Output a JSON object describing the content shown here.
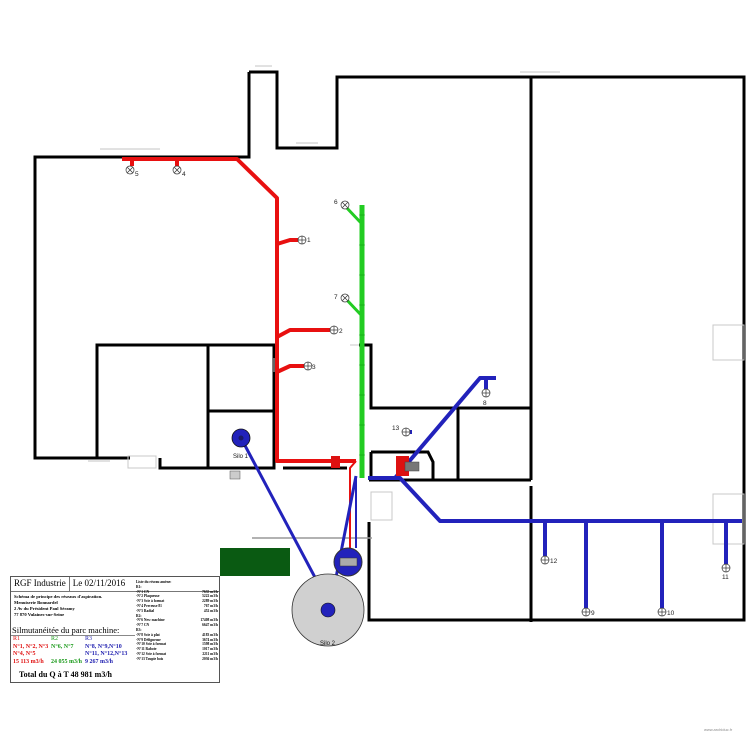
{
  "silo1_label": "Silo 1",
  "silo2_label": "Silo 2",
  "outlets": {
    "o1": "1",
    "o2": "2",
    "o3": "3",
    "o4": "4",
    "o5": "5",
    "o6": "6",
    "o7": "7",
    "o8": "8",
    "o9": "9",
    "o10": "10",
    "o11": "11",
    "o12": "12",
    "o13": "13"
  },
  "titleblock": {
    "company": "RGF Industrie",
    "date": "Le 02/11/2016",
    "address": [
      "Schéma de principe des réseaux d'aspiration.",
      "Menuiserie Bonnardel",
      "2 Av du Président Paul Séramy",
      "77 870 Vulaines-sur-Seine"
    ],
    "simultaneity_title": "Silmutanéitée du parc machine:",
    "groups": [
      {
        "head": "R1",
        "lines": [
          "N°1, N°2, N°3",
          "N°4, N°5",
          "15 113 m3/h"
        ]
      },
      {
        "head": "R2",
        "lines": [
          "N°6, N°7",
          "",
          "24 055 m3/h"
        ]
      },
      {
        "head": "R3",
        "lines": [
          "N°8, N°9,N°10",
          "N°11, N°12,N°13",
          "9 267 m3/h"
        ]
      }
    ],
    "total": "Total du Q à T 48 981 m3/h"
  },
  "flows": {
    "title": "Liste du réseau amène:",
    "r1_head": "R1:",
    "r1": [
      {
        "name": "-N°1 CN",
        "value": "7635 m3/h"
      },
      {
        "name": "-N°2 Plaqueuse",
        "value": "5222 m3/h"
      },
      {
        "name": "-N°3 Scie à format",
        "value": "2289 m3/h"
      },
      {
        "name": "-N°4 Perceuse 81",
        "value": "767 m3/h"
      },
      {
        "name": "-N°5 Radial",
        "value": "452 m3/h"
      }
    ],
    "r2_head": "R2:",
    "r2": [
      {
        "name": "-N°6 New machine",
        "value": "17408 m3/h"
      },
      {
        "name": "-N°7 CN",
        "value": "6647 m3/h"
      }
    ],
    "r3_head": "R3:",
    "r3": [
      {
        "name": "-N°8 Scie à plat",
        "value": "4183 m3/h"
      },
      {
        "name": "-N°9 Défigneuse",
        "value": "3674 m3/h"
      },
      {
        "name": "-N°10 Scie à format",
        "value": "1598 m3/h"
      },
      {
        "name": "-N°11 Rabote",
        "value": "1017 m3/h"
      },
      {
        "name": "-N°12 Scie à format",
        "value": "2211 m3/h"
      },
      {
        "name": "-N°13 Toupie bois",
        "value": "2036 m3/h"
      }
    ]
  },
  "watermark": "www.archiduc.fr",
  "colors": {
    "network_r1": "#e81010",
    "network_r2": "#22cc22",
    "network_r3": "#2222bb",
    "walls": "#000000",
    "silo1_fill": "#2222bb",
    "silo2_fill": "#d0d0d0",
    "green_block": "#0a5a12",
    "red_box": "#dd1111"
  }
}
